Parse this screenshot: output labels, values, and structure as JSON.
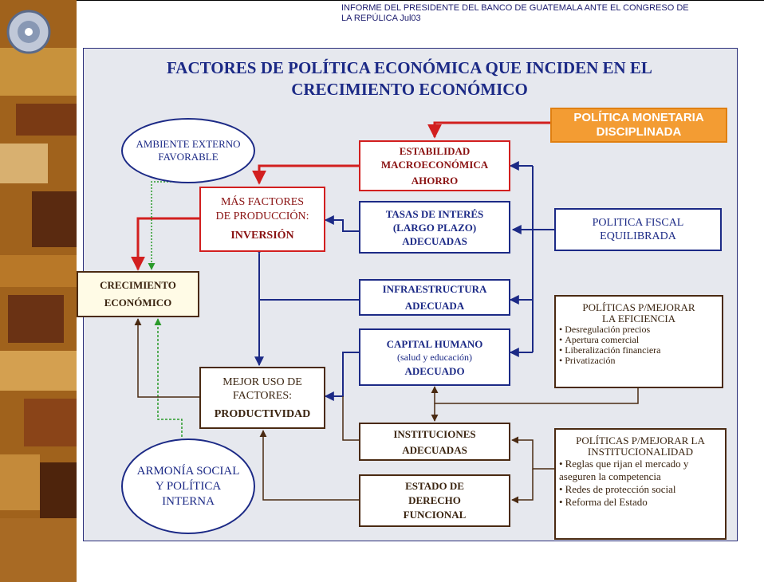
{
  "header": {
    "line1": "INFORME DEL PRESIDENTE DEL BANCO DE GUATEMALA ANTE EL CONGRESO DE",
    "line2": "LA REPÚLICA  Jul03"
  },
  "title": {
    "line1": "FACTORES DE POLÍTICA ECONÓMICA QUE INCIDEN EN EL",
    "line2": "CRECIMIENTO ECONÓMICO"
  },
  "nodes": {
    "politica_monetaria": {
      "line1": "POLÍTICA  MONETARIA",
      "line2": "DISCIPLINADA"
    },
    "ambiente_externo": {
      "line1": "AMBIENTE EXTERNO",
      "line2": "FAVORABLE"
    },
    "estabilidad": {
      "line1": "ESTABILIDAD",
      "line2": "MACROECONÓMICA",
      "line3": "AHORRO"
    },
    "mas_factores": {
      "line1": "MÁS FACTORES",
      "line2": "DE PRODUCCIÓN:",
      "line3": "INVERSIÓN"
    },
    "tasas": {
      "line1": "TASAS DE INTERÉS",
      "line2": "(LARGO PLAZO)",
      "line3": "ADECUADAS"
    },
    "politica_fiscal": {
      "line1": "POLITICA FISCAL",
      "line2": "EQUILIBRADA"
    },
    "crecimiento": {
      "line1": "CRECIMIENTO",
      "line2": "ECONÓMICO"
    },
    "infraestructura": {
      "line1": "INFRAESTRUCTURA",
      "line2": "ADECUADA"
    },
    "politicas_eficiencia": {
      "line1": "POLÍTICAS P/MEJORAR",
      "line2": "LA EFICIENCIA",
      "items": [
        "Desregulación precios",
        "Apertura comercial",
        "Liberalización  financiera",
        "Privatización"
      ]
    },
    "capital_humano": {
      "line1": "CAPITAL HUMANO",
      "line2": "(salud y educación)",
      "line3": "ADECUADO"
    },
    "mejor_uso": {
      "line1": "MEJOR USO DE",
      "line2": "FACTORES:",
      "line3": "PRODUCTIVIDAD"
    },
    "instituciones": {
      "line1": "INSTITUCIONES",
      "line2": "ADECUADAS"
    },
    "politicas_institucionalidad": {
      "line1": "POLÍTICAS P/MEJORAR LA",
      "line2": "INSTITUCIONALIDAD",
      "items": [
        "Reglas que rijan el mercado y aseguren la competencia",
        "Redes de protección social",
        "Reforma del Estado"
      ]
    },
    "armonia": {
      "line1": "ARMONÍA SOCIAL",
      "line2": "Y POLÍTICA",
      "line3": "INTERNA"
    },
    "estado_derecho": {
      "line1": "ESTADO DE",
      "line2": "DERECHO",
      "line3": "FUNCIONAL"
    }
  },
  "colors": {
    "panel": "#e6e8ee",
    "title": "#1c2a86",
    "red": "#d21f1f",
    "blue": "#1c2a86",
    "brown": "#4a2a12",
    "green": "#2a9a2a",
    "orange": "#f39c33",
    "cream": "#fffbe6"
  }
}
